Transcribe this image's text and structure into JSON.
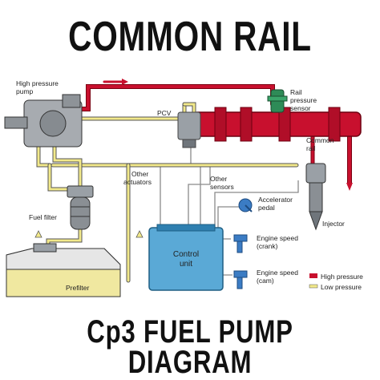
{
  "title": "COMMON RAIL",
  "subtitle_line1": "Cp3 FUEL PUMP",
  "subtitle_line2": "DIAGRAM",
  "labels": {
    "hp_pump": [
      "High pressure",
      "pump"
    ],
    "rail_sensor": [
      "Rail",
      "pressure",
      "sensor"
    ],
    "pcv": "PCV",
    "common_rail": [
      "Common",
      "rail"
    ],
    "other_actuators": [
      "Other",
      "actuators"
    ],
    "other_sensors": [
      "Other",
      "sensors"
    ],
    "accelerator": [
      "Accelerator",
      "pedal"
    ],
    "fuel_filter": "Fuel filter",
    "injector": "Injector",
    "control_unit": [
      "Control",
      "unit"
    ],
    "speed_crank": [
      "Engine speed",
      "(crank)"
    ],
    "speed_cam": [
      "Engine speed",
      "(cam)"
    ],
    "prefilter": "Prefilter"
  },
  "legend": {
    "high": "High pressure",
    "low": "Low pressure"
  },
  "colors": {
    "high_pressure": "#c8102e",
    "low_pressure": "#f2e98a",
    "control_unit": "#5aa9d6",
    "wire": "#8a8a8a",
    "tank_fuel": "#f0e8a0"
  }
}
